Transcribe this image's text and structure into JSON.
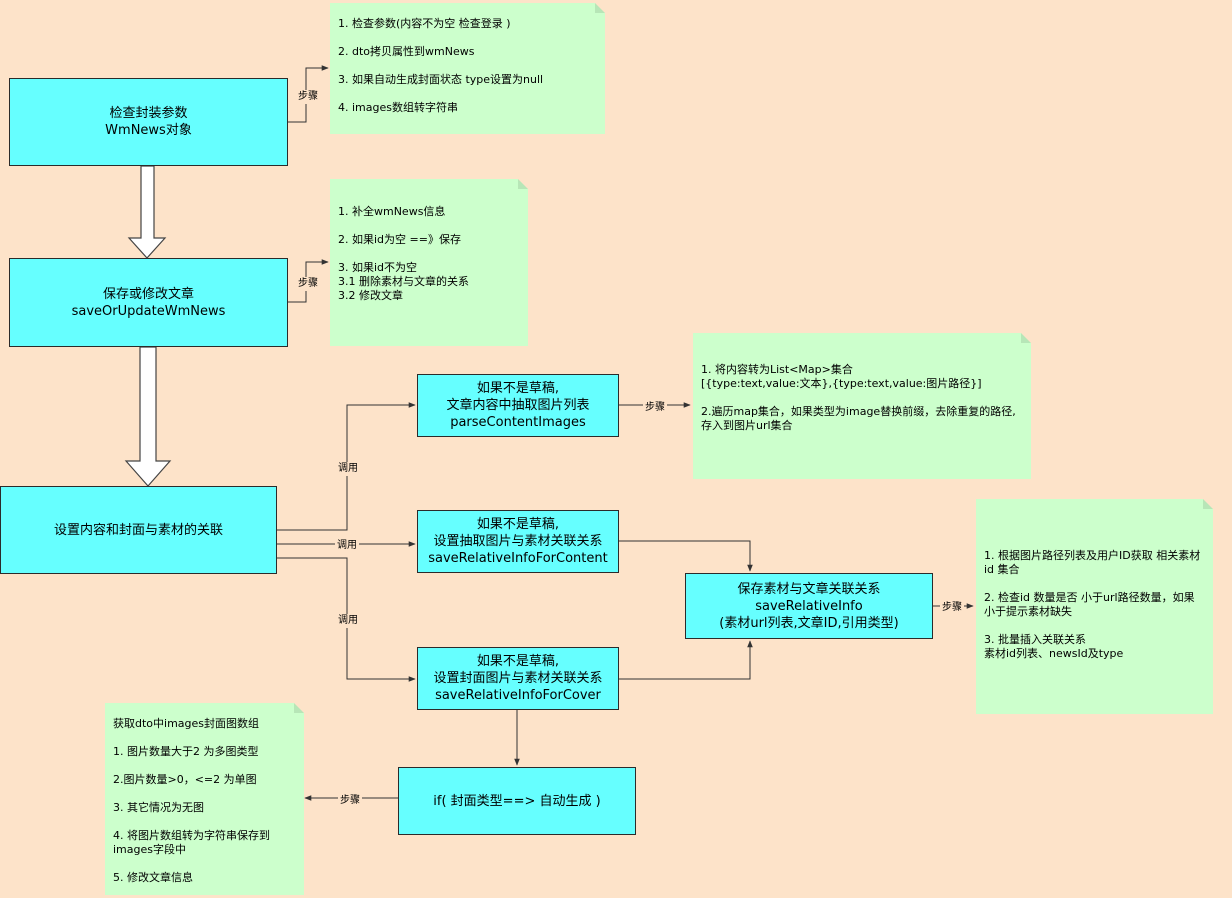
{
  "boxes": {
    "check": "检查封装参数\nWmNews对象",
    "save": "保存或修改文章\nsaveOrUpdateWmNews",
    "relate": "设置内容和封面与素材的关联",
    "parse": "如果不是草稿,\n文章内容中抽取图片列表\nparseContentImages",
    "content": "如果不是草稿,\n设置抽取图片与素材关联关系\nsaveRelativeInfoForContent",
    "cover": "如果不是草稿,\n设置封面图片与素材关联关系\nsaveRelativeInfoForCover",
    "relinfo": "保存素材与文章关联关系\nsaveRelativeInfo\n(素材url列表,文章ID,引用类型)",
    "auto": "if(  封面类型==> 自动生成  )"
  },
  "notes": {
    "n1": [
      "1. 检查参数(内容不为空     检查登录 )",
      "2. dto拷贝属性到wmNews",
      "3. 如果自动生成封面状态 type设置为null",
      "4. images数组转字符串"
    ],
    "n2": [
      "1. 补全wmNews信息",
      "2. 如果id为空 ==》保存",
      "3. 如果id不为空\n3.1  删除素材与文章的关系\n3.2  修改文章"
    ],
    "n3": [
      "1. 将内容转为List<Map>集合\n[{type:text,value:文本},{type:text,value:图片路径}]",
      "2.遍历map集合，如果类型为image替换前缀，去除重复的路径,存入到图片url集合"
    ],
    "n4": [
      "1. 根据图片路径列表及用户ID获取 相关素材id 集合",
      "2. 检查id  数量是否 小于url路径数量，如果小于提示素材缺失",
      "3. 批量插入关联关系\n素材id列表、newsId及type"
    ],
    "n5": [
      "获取dto中images封面图数组",
      "1. 图片数量大于2 为多图类型",
      "2.图片数量>0，<=2 为单图",
      "3. 其它情况为无图",
      "4. 将图片数组转为字符串保存到images字段中",
      "5. 修改文章信息"
    ]
  },
  "labels": {
    "step1": "步骤",
    "step2": "步骤",
    "step3": "步骤",
    "step4": "步骤",
    "step5": "步骤",
    "call1": "调用",
    "call2": "调用",
    "call3": "调用"
  }
}
